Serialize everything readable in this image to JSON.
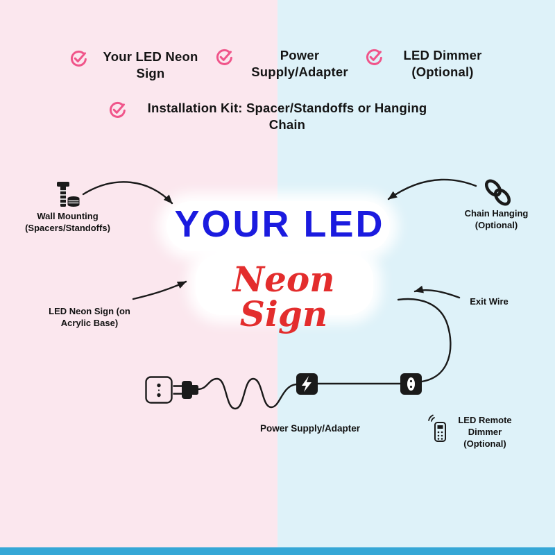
{
  "theme": {
    "bg_left": "#fbe7ee",
    "bg_right": "#def2f9",
    "accent_pink": "#f0558a",
    "ink": "#1a1a1a",
    "sign_blue": "#1b1bdf",
    "sign_red": "#e32d2d",
    "footer_blue": "#35a7d6"
  },
  "checklist": {
    "items": [
      {
        "label": "Your LED Neon Sign"
      },
      {
        "label": "Power Supply/Adapter"
      },
      {
        "label": "LED Dimmer (Optional)"
      },
      {
        "label": "Installation Kit: Spacer/Standoffs or Hanging Chain"
      }
    ]
  },
  "sign": {
    "line1": "YOUR LED",
    "line2": "Neon Sign"
  },
  "labels": {
    "wall_mounting": "Wall Mounting (Spacers/Standoffs)",
    "led_neon_sign": "LED Neon Sign (on Acrylic Base)",
    "chain_hanging": "Chain Hanging (Optional)",
    "exit_wire": "Exit Wire",
    "power_supply": "Power Supply/Adapter",
    "led_remote_dimmer": "LED Remote Dimmer (Optional)"
  },
  "icons": {
    "checkmark": "circle-check",
    "screw": "bolt-and-nut",
    "chain": "chain-links",
    "outlet": "power-outlet",
    "plug": "power-plug",
    "adapter": "lightning-bolt-adapter",
    "dimmer": "inline-dimmer",
    "remote": "remote-control"
  }
}
